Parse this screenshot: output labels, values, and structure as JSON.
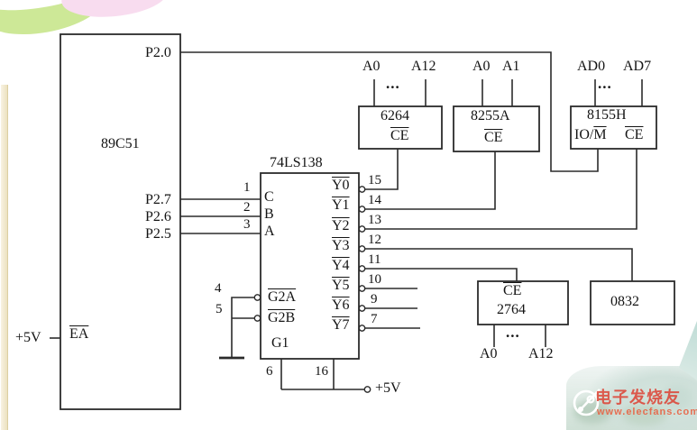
{
  "diagram": {
    "mcu": {
      "name": "89C51",
      "p20": "P2.0",
      "p27": "P2.7",
      "p26": "P2.6",
      "p25": "P2.5",
      "ea": "EA",
      "ea_supply": "+5V"
    },
    "decoder": {
      "name": "74LS138",
      "in_pins": [
        "1",
        "2",
        "3"
      ],
      "in_labels": [
        "C",
        "B",
        "A"
      ],
      "en_pins": [
        "4",
        "5"
      ],
      "en_labels": [
        "G2A",
        "G2B"
      ],
      "g1": "G1",
      "pin6": "6",
      "pin16": "16",
      "supply": "+5V",
      "out_labels": [
        "Y0",
        "Y1",
        "Y2",
        "Y3",
        "Y4",
        "Y5",
        "Y6",
        "Y7"
      ],
      "out_pins": [
        "15",
        "14",
        "13",
        "12",
        "11",
        "10",
        "9",
        "7"
      ]
    },
    "ram6264": {
      "name": "6264",
      "ce": "CE",
      "a_lo": "A0",
      "a_hi": "A12",
      "dots": "..."
    },
    "ppi8255": {
      "name": "8255A",
      "ce": "CE",
      "a0": "A0",
      "a1": "A1"
    },
    "pio8155": {
      "name": "8155H",
      "io_prefix": "IO/",
      "io_bar": "M",
      "ce": "CE",
      "ad_lo": "AD0",
      "ad_hi": "AD7",
      "dots": "..."
    },
    "rom2764": {
      "name": "2764",
      "ce": "CE",
      "a_lo": "A0",
      "a_hi": "A12",
      "dots": "..."
    },
    "dac0832": {
      "name": "0832"
    }
  },
  "watermark": {
    "brand": "电子发烧友",
    "url": "www.elecfans.com"
  },
  "colors": {
    "wire": "#2b2b2b",
    "brand_red": "#dd3a2c"
  }
}
